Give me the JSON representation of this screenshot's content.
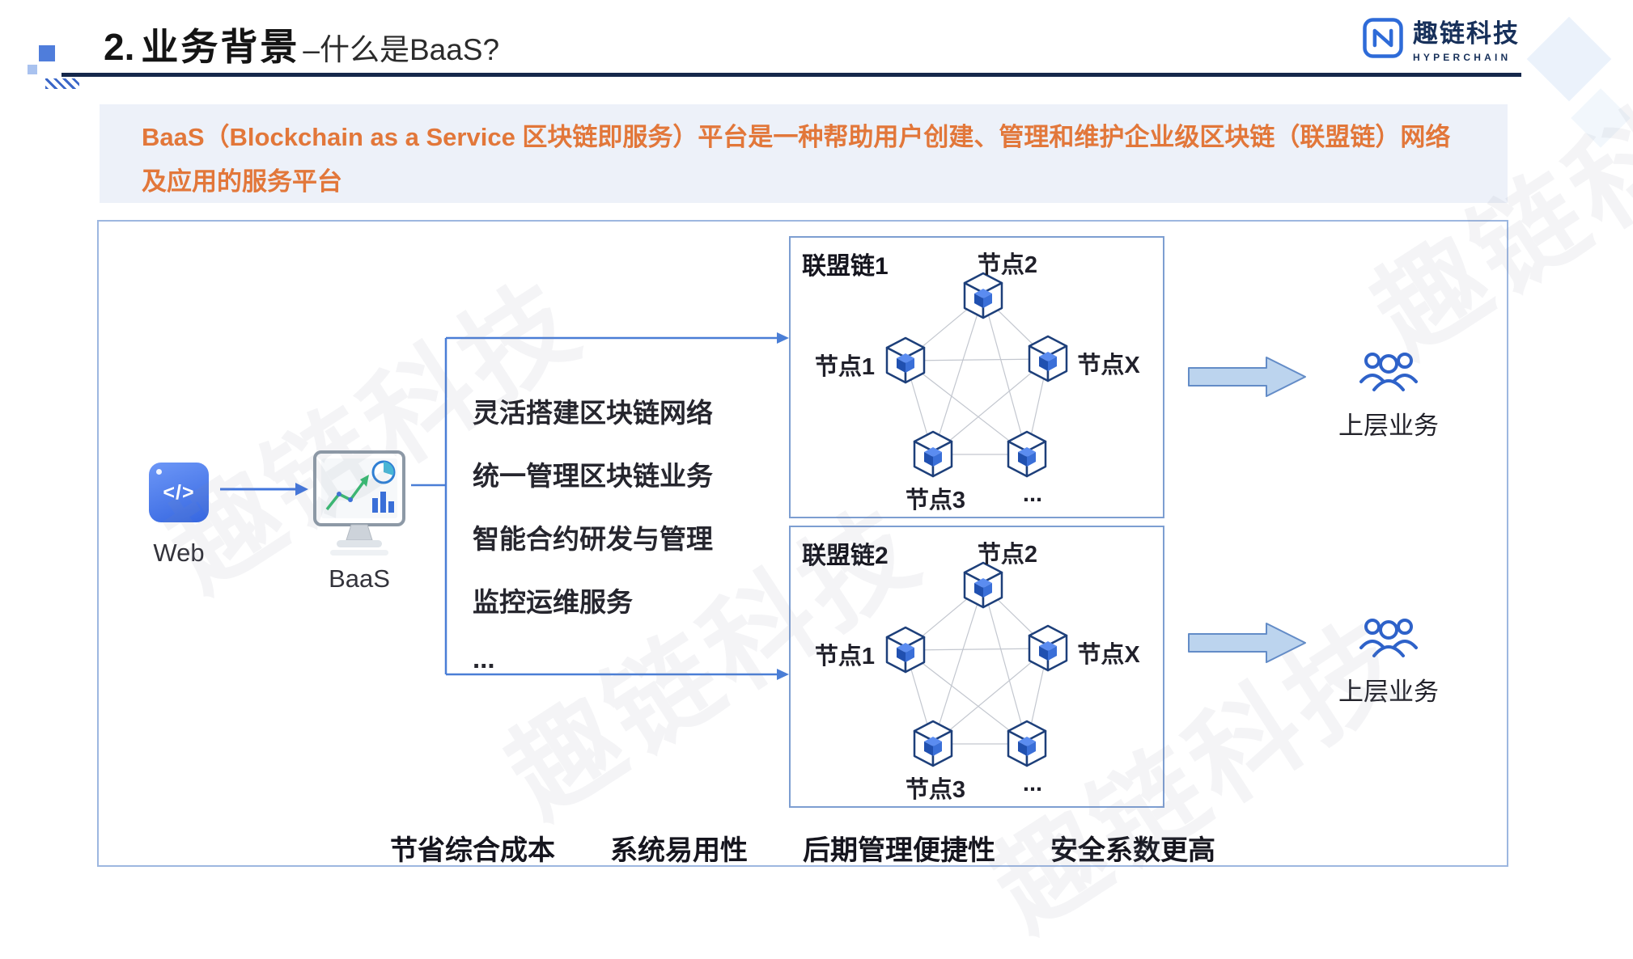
{
  "header": {
    "title_number": "2.",
    "title_main": "业务背景",
    "title_suffix": "–什么是BaaS?",
    "logo": {
      "name": "趣链科技",
      "subname": "HYPERCHAIN"
    }
  },
  "intro": {
    "text": "BaaS（Blockchain as a Service 区块链即服务）平台是一种帮助用户创建、管理和维护企业级区块链（联盟链）网络及应用的服务平台"
  },
  "diagram": {
    "web": {
      "label": "Web",
      "glyph": "</>"
    },
    "baas": {
      "label": "BaaS"
    },
    "services": [
      "灵活搭建区块链网络",
      "统一管理区块链业务",
      "智能合约研发与管理",
      "监控运维服务",
      "..."
    ],
    "chains": [
      {
        "title": "联盟链1",
        "node_top": "节点2",
        "node_left": "节点1",
        "node_right": "节点X",
        "node_bottom_left": "节点3",
        "node_bottom_right": "...",
        "output_label": "上层业务"
      },
      {
        "title": "联盟链2",
        "node_top": "节点2",
        "node_left": "节点1",
        "node_right": "节点X",
        "node_bottom_left": "节点3",
        "node_bottom_right": "...",
        "output_label": "上层业务"
      }
    ],
    "benefits": [
      "节省综合成本",
      "系统易用性",
      "后期管理便捷性",
      "安全系数更高"
    ]
  },
  "watermark": "趣链科技",
  "colors": {
    "accent_blue": "#3a6fd8",
    "orange_text": "#e2773a",
    "navy_rule": "#15284b",
    "frame_border": "#9db7e0",
    "chain_border": "#7d9ed1",
    "cube_outline": "#1d3f7a"
  }
}
